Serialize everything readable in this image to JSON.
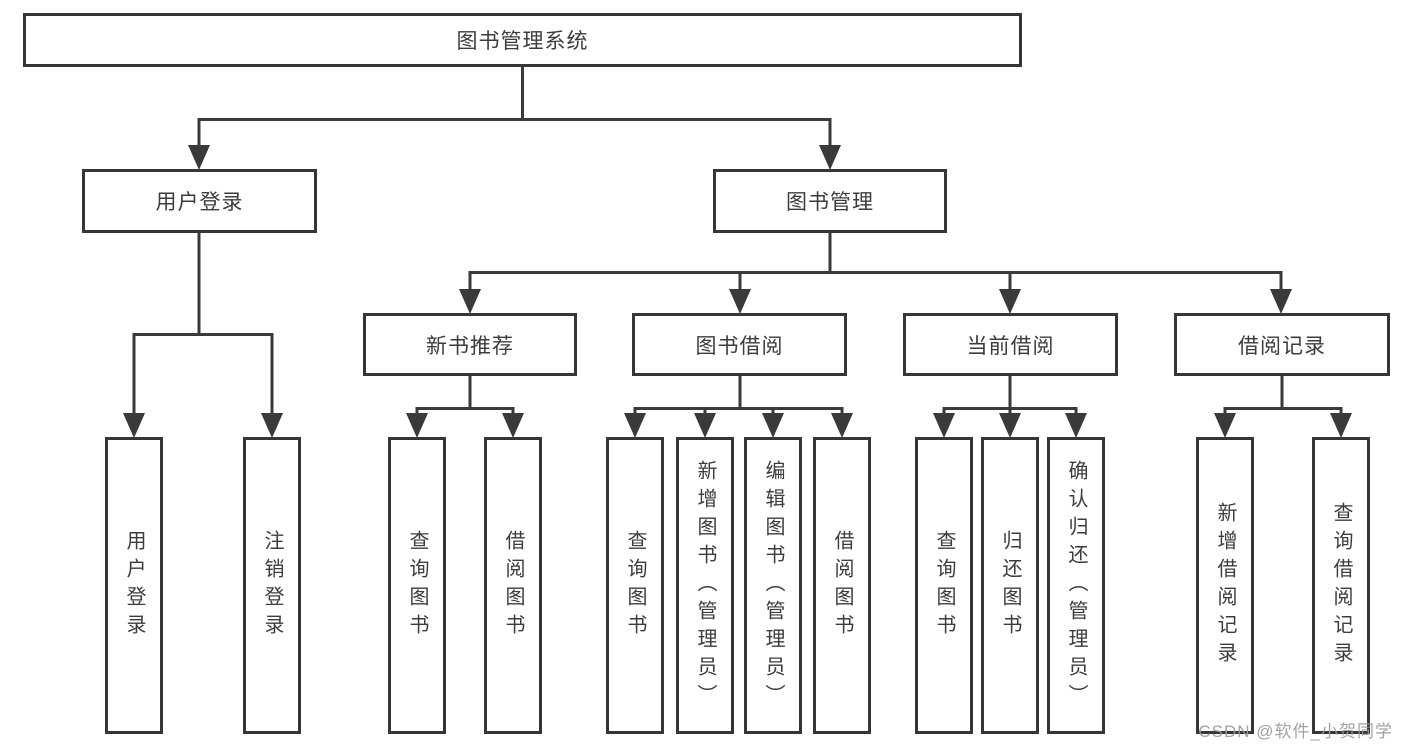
{
  "diagram_title": "图书管理系统",
  "colors": {
    "line": "#3a3a3a",
    "box_border": "#363636",
    "text": "#3c3c3c",
    "background": "#ffffff",
    "watermark": "#9b9b9b"
  },
  "tree": {
    "label": "图书管理系统",
    "children": [
      {
        "label": "用户登录",
        "children": [
          {
            "label": "用户登录"
          },
          {
            "label": "注销登录"
          }
        ]
      },
      {
        "label": "图书管理",
        "children": [
          {
            "label": "新书推荐",
            "children": [
              {
                "label": "查询图书"
              },
              {
                "label": "借阅图书"
              }
            ]
          },
          {
            "label": "图书借阅",
            "children": [
              {
                "label": "查询图书"
              },
              {
                "label": "新增图书（管理员）"
              },
              {
                "label": "编辑图书（管理员）"
              },
              {
                "label": "借阅图书"
              }
            ]
          },
          {
            "label": "当前借阅",
            "children": [
              {
                "label": "查询图书"
              },
              {
                "label": "归还图书"
              },
              {
                "label": "确认归还（管理员）"
              }
            ]
          },
          {
            "label": "借阅记录",
            "children": [
              {
                "label": "新增借阅记录"
              },
              {
                "label": "查询借阅记录"
              }
            ]
          }
        ]
      }
    ]
  },
  "watermark": "CSDN @软件_小贺同学"
}
